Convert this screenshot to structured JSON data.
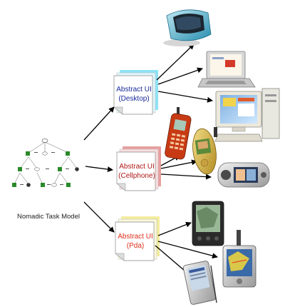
{
  "task_model": {
    "caption": "Nomadic Task Model"
  },
  "abstract_uis": [
    {
      "title": "Abstract UI",
      "subtitle": "(Desktop)",
      "text_color": "#1a2a9a",
      "sheet_color": "#8fe3f5"
    },
    {
      "title": "Abstract UI",
      "subtitle": "(Cellphone)",
      "text_color": "#b01818",
      "sheet_color": "#e8a0a0"
    },
    {
      "title": "Abstract UI",
      "subtitle": "(Pda)",
      "text_color": "#e0301a",
      "sheet_color": "#f3eca0"
    }
  ],
  "devices": {
    "desktop": [
      "imac-icon",
      "laptop-icon",
      "desktop-pc-icon"
    ],
    "cellphone": [
      "cellphone-red-icon",
      "cellphone-gold-icon",
      "phone-wide-icon"
    ],
    "pda": [
      "palm-pda-icon",
      "gps-pda-icon",
      "pocket-pc-icon"
    ]
  },
  "colors": {
    "arrow": "#000000",
    "node_green": "#2a8a2a"
  }
}
